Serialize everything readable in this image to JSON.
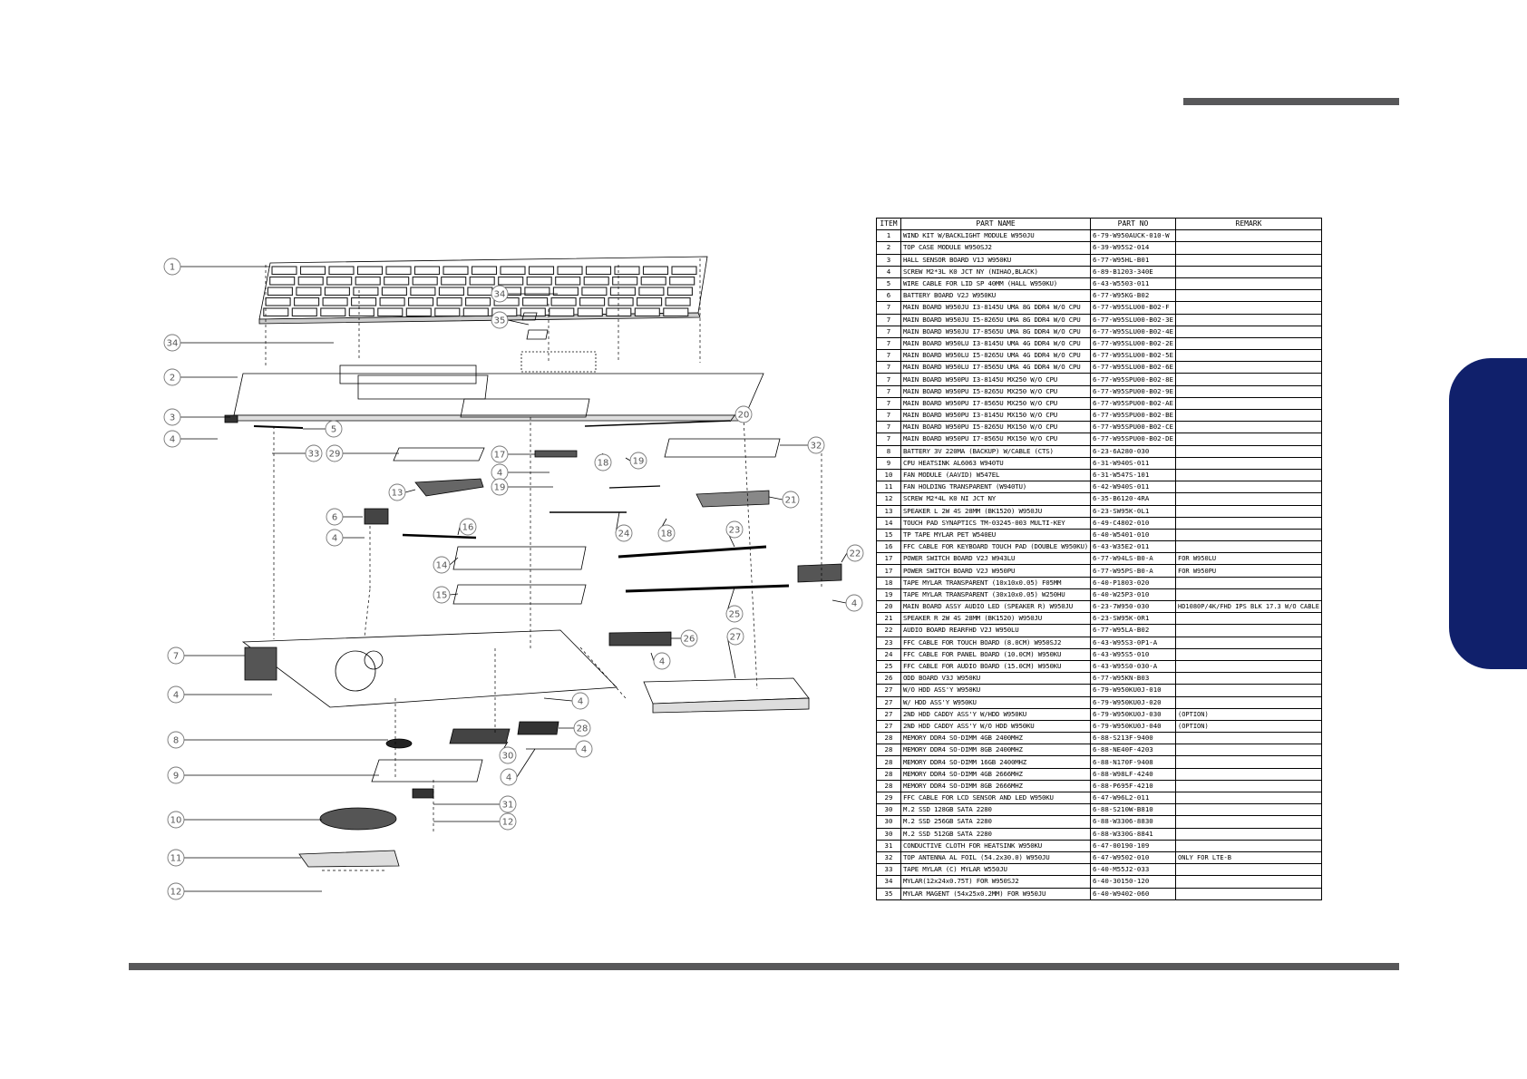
{
  "table": {
    "headers": [
      "ITEM",
      "PART NAME",
      "PART NO",
      "REMARK"
    ],
    "rows": [
      {
        "item": "1",
        "name": "WIND KIT W/BACKLIGHT MODULE W950JU",
        "no": "6-79-W950AUCK-010-W",
        "remark": ""
      },
      {
        "item": "2",
        "name": "TOP CASE MODULE W950SJ2",
        "no": "6-39-W95S2-014",
        "remark": ""
      },
      {
        "item": "3",
        "name": "HALL SENSOR BOARD V1J W950KU",
        "no": "6-77-W95HL-B01",
        "remark": ""
      },
      {
        "item": "4",
        "name": "SCREW M2*3L K0 JCT NY (NIHAO,BLACK)",
        "no": "6-89-B1203-340E",
        "remark": ""
      },
      {
        "item": "5",
        "name": "WIRE CABLE FOR LID SP 40MM (HALL W950KU)",
        "no": "6-43-W5503-011",
        "remark": ""
      },
      {
        "item": "6",
        "name": "BATTERY BOARD V2J W950KU",
        "no": "6-77-W95KG-B02",
        "remark": ""
      },
      {
        "item": "7",
        "name": "MAIN BOARD W950JU I3-8145U UMA 8G DDR4 W/O CPU",
        "no": "6-77-W95SLU00-B02-F",
        "remark": ""
      },
      {
        "item": "7",
        "name": "MAIN BOARD W950JU I5-8265U UMA 8G DDR4 W/O CPU",
        "no": "6-77-W95SLU00-B02-3E",
        "remark": ""
      },
      {
        "item": "7",
        "name": "MAIN BOARD W950JU I7-8565U UMA 8G DDR4 W/O CPU",
        "no": "6-77-W95SLU00-B02-4E",
        "remark": ""
      },
      {
        "item": "7",
        "name": "MAIN BOARD W950LU I3-8145U UMA 4G DDR4 W/O CPU",
        "no": "6-77-W95SLU00-B02-2E",
        "remark": ""
      },
      {
        "item": "7",
        "name": "MAIN BOARD W950LU I5-8265U UMA 4G DDR4 W/O CPU",
        "no": "6-77-W95SLU00-B02-5E",
        "remark": ""
      },
      {
        "item": "7",
        "name": "MAIN BOARD W950LU I7-8565U UMA 4G DDR4 W/O CPU",
        "no": "6-77-W95SLU00-B02-6E",
        "remark": ""
      },
      {
        "item": "7",
        "name": "MAIN BOARD W950PU I3-8145U MX250 W/O CPU",
        "no": "6-77-W95SPU00-B02-8E",
        "remark": ""
      },
      {
        "item": "7",
        "name": "MAIN BOARD W950PU I5-8265U MX250 W/O CPU",
        "no": "6-77-W95SPU00-B02-9E",
        "remark": ""
      },
      {
        "item": "7",
        "name": "MAIN BOARD W950PU I7-8565U MX250 W/O CPU",
        "no": "6-77-W95SPU00-B02-AE",
        "remark": ""
      },
      {
        "item": "7",
        "name": "MAIN BOARD W950PU I3-8145U MX150 W/O CPU",
        "no": "6-77-W95SPU00-B02-BE",
        "remark": ""
      },
      {
        "item": "7",
        "name": "MAIN BOARD W950PU I5-8265U MX150 W/O CPU",
        "no": "6-77-W95SPU00-B02-CE",
        "remark": ""
      },
      {
        "item": "7",
        "name": "MAIN BOARD W950PU I7-8565U MX150 W/O CPU",
        "no": "6-77-W95SPU00-B02-DE",
        "remark": ""
      },
      {
        "item": "8",
        "name": "BATTERY 3V 220MA (BACKUP) W/CABLE (CTS)",
        "no": "6-23-6A280-030",
        "remark": ""
      },
      {
        "item": "9",
        "name": "CPU HEATSINK AL6063 W940TU",
        "no": "6-31-W940S-011",
        "remark": ""
      },
      {
        "item": "10",
        "name": "FAN MODULE (AAVID) W547EL",
        "no": "6-31-W547S-101",
        "remark": ""
      },
      {
        "item": "11",
        "name": "FAN HOLDING TRANSPARENT (W940TU)",
        "no": "6-42-W940S-011",
        "remark": ""
      },
      {
        "item": "12",
        "name": "SCREW M2*4L K0 NI JCT NY",
        "no": "6-35-B6120-4RA",
        "remark": ""
      },
      {
        "item": "13",
        "name": "SPEAKER L 2W 4S 28MM (BK1520) W950JU",
        "no": "6-23-SW95K-0L1",
        "remark": ""
      },
      {
        "item": "14",
        "name": "TOUCH PAD SYNAPTICS TM-03245-003 MULTI-KEY",
        "no": "6-49-C4802-010",
        "remark": ""
      },
      {
        "item": "15",
        "name": "TP TAPE MYLAR PET W540EU",
        "no": "6-40-W5401-010",
        "remark": ""
      },
      {
        "item": "16",
        "name": "FFC CABLE FOR KEYBOARD TOUCH PAD (DOUBLE W950KU)",
        "no": "6-43-W35E2-011",
        "remark": ""
      },
      {
        "item": "17",
        "name": "POWER SWITCH BOARD V2J W943LU",
        "no": "6-77-W94LS-B0-A",
        "remark": "FOR W950LU"
      },
      {
        "item": "17",
        "name": "POWER SWITCH BOARD V2J W950PU",
        "no": "6-77-W95PS-B0-A",
        "remark": "FOR W950PU"
      },
      {
        "item": "18",
        "name": "TAPE MYLAR TRANSPARENT (10x10x0.05) F05MM",
        "no": "6-40-P1803-020",
        "remark": ""
      },
      {
        "item": "19",
        "name": "TAPE MYLAR TRANSPARENT (30x10x0.05) W250HU",
        "no": "6-40-W25P3-010",
        "remark": ""
      },
      {
        "item": "20",
        "name": "MAIN BOARD ASSY AUDIO LED (SPEAKER R) W950JU",
        "no": "6-23-7W950-030",
        "remark": "HD1080P/4K/FHD IPS BLK 17.3 W/O CABLE"
      },
      {
        "item": "21",
        "name": "SPEAKER R 2W 4S 28MM (BK1520) W950JU",
        "no": "6-23-SW95K-0R1",
        "remark": ""
      },
      {
        "item": "22",
        "name": "AUDIO BOARD REARFHD V2J W950LU",
        "no": "6-77-W95LA-B02",
        "remark": ""
      },
      {
        "item": "23",
        "name": "FFC CABLE FOR TOUCH BOARD (8.0CM) W950SJ2",
        "no": "6-43-W95S3-0P1-A",
        "remark": ""
      },
      {
        "item": "24",
        "name": "FFC CABLE FOR PANEL BOARD (10.0CM) W950KU",
        "no": "6-43-W95S5-010",
        "remark": ""
      },
      {
        "item": "25",
        "name": "FFC CABLE FOR AUDIO BOARD (15.0CM) W950KU",
        "no": "6-43-W95S0-030-A",
        "remark": ""
      },
      {
        "item": "26",
        "name": "ODD BOARD V3J W950KU",
        "no": "6-77-W95KN-B03",
        "remark": ""
      },
      {
        "item": "27",
        "name": "W/O HDD ASS'Y W950KU",
        "no": "6-79-W950KU0J-010",
        "remark": ""
      },
      {
        "item": "27",
        "name": "W/ HDD ASS'Y W950KU",
        "no": "6-79-W950KU0J-020",
        "remark": ""
      },
      {
        "item": "27",
        "name": "2ND HDD CADDY ASS'Y W/HDD W950KU",
        "no": "6-79-W950KU0J-030",
        "remark": "(OPTION)"
      },
      {
        "item": "27",
        "name": "2ND HDD CADDY ASS'Y W/O HDD W950KU",
        "no": "6-79-W950KU0J-040",
        "remark": "(OPTION)"
      },
      {
        "item": "28",
        "name": "MEMORY DDR4 SO-DIMM 4GB 2400MHZ",
        "no": "6-88-S213F-9400",
        "remark": ""
      },
      {
        "item": "28",
        "name": "MEMORY DDR4 SO-DIMM 8GB 2400MHZ",
        "no": "6-88-NE40F-4203",
        "remark": ""
      },
      {
        "item": "28",
        "name": "MEMORY DDR4 SO-DIMM 16GB 2400MHZ",
        "no": "6-88-N170F-9408",
        "remark": ""
      },
      {
        "item": "28",
        "name": "MEMORY DDR4 SO-DIMM 4GB 2666MHZ",
        "no": "6-88-W98LF-4240",
        "remark": ""
      },
      {
        "item": "28",
        "name": "MEMORY DDR4 SO-DIMM 8GB 2666MHZ",
        "no": "6-88-P695F-4210",
        "remark": ""
      },
      {
        "item": "29",
        "name": "FFC CABLE FOR LCD SENSOR AND LED W950KU",
        "no": "6-47-W96L2-011",
        "remark": ""
      },
      {
        "item": "30",
        "name": "M.2 SSD 128GB SATA 2280",
        "no": "6-88-S210W-B810",
        "remark": ""
      },
      {
        "item": "30",
        "name": "M.2 SSD 256GB SATA 2280",
        "no": "6-88-W3306-8830",
        "remark": ""
      },
      {
        "item": "30",
        "name": "M.2 SSD 512GB SATA 2280",
        "no": "6-88-W330G-8841",
        "remark": ""
      },
      {
        "item": "31",
        "name": "CONDUCTIVE CLOTH FOR HEATSINK W950KU",
        "no": "6-47-00190-109",
        "remark": ""
      },
      {
        "item": "32",
        "name": "TOP ANTENNA AL FOIL (54.2x30.0) W950JU",
        "no": "6-47-W9502-010",
        "remark": "ONLY FOR LTE-B"
      },
      {
        "item": "33",
        "name": "TAPE MYLAR (C) MYLAR W550JU",
        "no": "6-40-M55J2-033",
        "remark": ""
      },
      {
        "item": "34",
        "name": "MYLAR(12x24x0.75T) FOR W950SJ2",
        "no": "6-40-30150-120",
        "remark": ""
      },
      {
        "item": "35",
        "name": "MYLAR MAGENT (54x25x0.2MM) FOR W950JU",
        "no": "6-40-W9402-060",
        "remark": ""
      }
    ]
  },
  "callouts": [
    {
      "label": "1"
    },
    {
      "label": "34"
    },
    {
      "label": "2"
    },
    {
      "label": "3"
    },
    {
      "label": "4"
    },
    {
      "label": "5"
    },
    {
      "label": "33"
    },
    {
      "label": "29"
    },
    {
      "label": "13"
    },
    {
      "label": "6"
    },
    {
      "label": "4"
    },
    {
      "label": "16"
    },
    {
      "label": "14"
    },
    {
      "label": "15"
    },
    {
      "label": "7"
    },
    {
      "label": "4"
    },
    {
      "label": "8"
    },
    {
      "label": "9"
    },
    {
      "label": "10"
    },
    {
      "label": "11"
    },
    {
      "label": "12"
    },
    {
      "label": "34"
    },
    {
      "label": "35"
    },
    {
      "label": "17"
    },
    {
      "label": "4"
    },
    {
      "label": "19"
    },
    {
      "label": "18"
    },
    {
      "label": "19"
    },
    {
      "label": "24"
    },
    {
      "label": "18"
    },
    {
      "label": "20"
    },
    {
      "label": "32"
    },
    {
      "label": "21"
    },
    {
      "label": "23"
    },
    {
      "label": "22"
    },
    {
      "label": "4"
    },
    {
      "label": "25"
    },
    {
      "label": "26"
    },
    {
      "label": "4"
    },
    {
      "label": "27"
    },
    {
      "label": "4"
    },
    {
      "label": "28"
    },
    {
      "label": "30"
    },
    {
      "label": "4"
    },
    {
      "label": "4"
    },
    {
      "label": "31"
    },
    {
      "label": "12"
    }
  ],
  "colors": {
    "rule": "#58585a",
    "tab": "#10206b"
  }
}
